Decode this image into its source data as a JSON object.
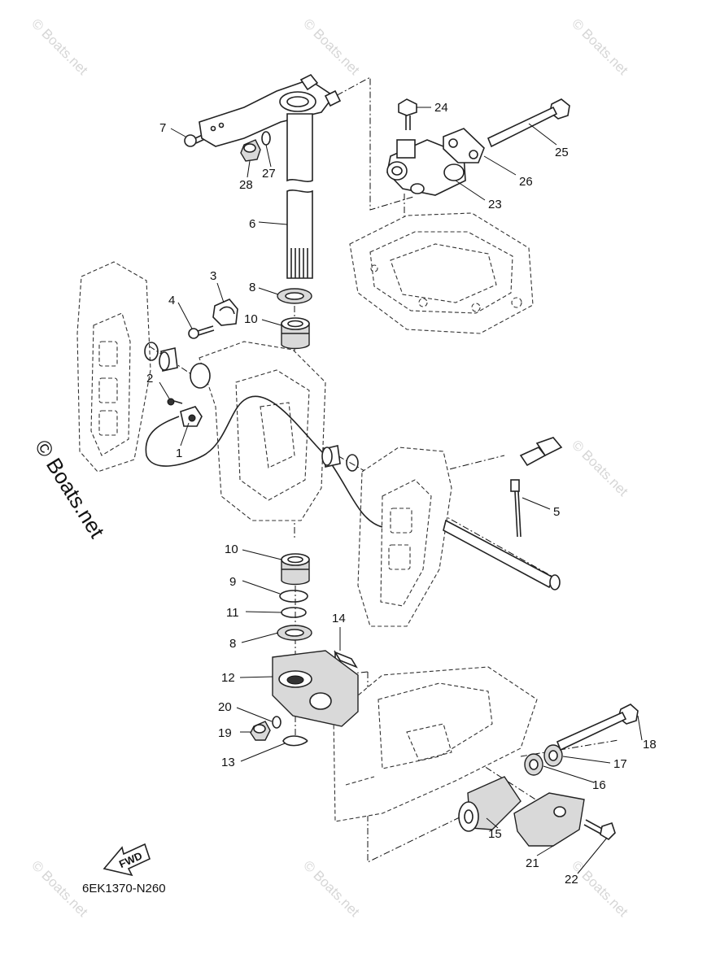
{
  "diagram": {
    "part_code": "6EK1370-N260",
    "fwd_label": "FWD",
    "watermark": "© Boats.net",
    "callouts": [
      {
        "id": "p1",
        "label": "1"
      },
      {
        "id": "p2",
        "label": "2"
      },
      {
        "id": "p3",
        "label": "3"
      },
      {
        "id": "p4",
        "label": "4"
      },
      {
        "id": "p5",
        "label": "5"
      },
      {
        "id": "p6",
        "label": "6"
      },
      {
        "id": "p7",
        "label": "7"
      },
      {
        "id": "p8a",
        "label": "8"
      },
      {
        "id": "p8b",
        "label": "8"
      },
      {
        "id": "p9",
        "label": "9"
      },
      {
        "id": "p10a",
        "label": "10"
      },
      {
        "id": "p10b",
        "label": "10"
      },
      {
        "id": "p11",
        "label": "11"
      },
      {
        "id": "p12",
        "label": "12"
      },
      {
        "id": "p13",
        "label": "13"
      },
      {
        "id": "p14",
        "label": "14"
      },
      {
        "id": "p15",
        "label": "15"
      },
      {
        "id": "p16",
        "label": "16"
      },
      {
        "id": "p17",
        "label": "17"
      },
      {
        "id": "p18",
        "label": "18"
      },
      {
        "id": "p19",
        "label": "19"
      },
      {
        "id": "p20",
        "label": "20"
      },
      {
        "id": "p21",
        "label": "21"
      },
      {
        "id": "p22",
        "label": "22"
      },
      {
        "id": "p23",
        "label": "23"
      },
      {
        "id": "p24",
        "label": "24"
      },
      {
        "id": "p25",
        "label": "25"
      },
      {
        "id": "p26",
        "label": "26"
      },
      {
        "id": "p27",
        "label": "27"
      },
      {
        "id": "p28",
        "label": "28"
      }
    ]
  }
}
